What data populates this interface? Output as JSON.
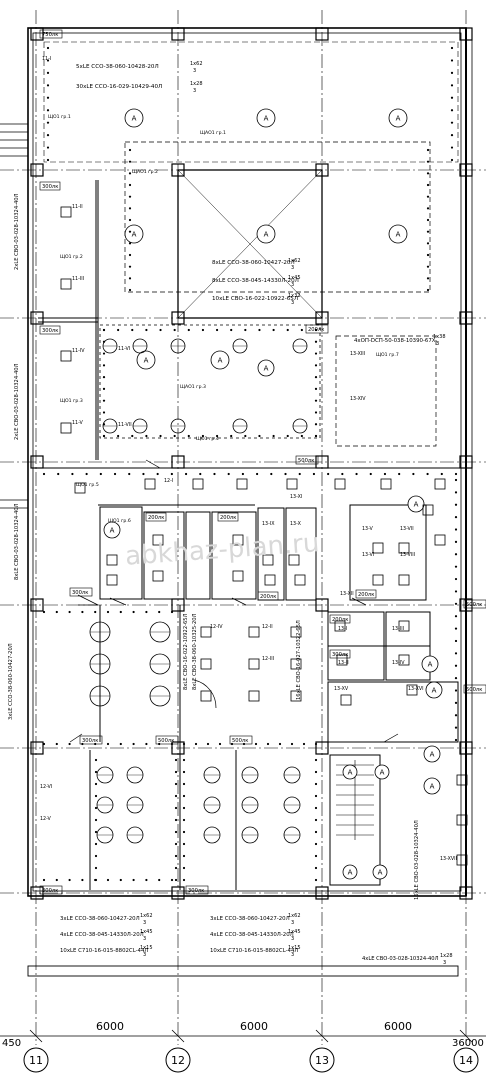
{
  "drawing": {
    "watermark": "abkhaz-plan.ru",
    "dims": [
      "6000",
      "6000",
      "6000"
    ],
    "dim_left": "450",
    "dim_total": "36000",
    "axes": [
      "11",
      "12",
      "13",
      "14"
    ],
    "top_blocks": [
      {
        "line1": "5xLE CCO-38-060-10428-20Л",
        "frac1n": "1x62",
        "frac1d": "3",
        "line2": "30xLE CCO-16-029-10429-40Л",
        "frac2n": "1x28",
        "frac2d": "3"
      },
      {
        "line1": "8xLE CCO-38-060-10427-20Л",
        "frac1n": "1x62",
        "frac1d": "3",
        "line2": "8xLE CCO-38-045-14330Л-20Л",
        "frac2n": "1x45",
        "frac2d": "3",
        "line3": "10xLE CBO-16-022-10922-65Л",
        "frac3n": "1x32",
        "frac3d": "3"
      },
      {
        "line1": "4xOП-DCП-50-038-10390-67X",
        "frac1n": "1x38",
        "frac1d": "3"
      }
    ],
    "bottom_blocks": [
      {
        "line1": "3xLE CCO-38-060-10427-20Л",
        "frac1n": "1x62",
        "frac1d": "3",
        "line2": "4xLE CCO-38-045-14330Л-20Л",
        "frac2n": "1x45",
        "frac2d": "3",
        "line3": "10xLE C710-16-015-8802CL-44Л",
        "frac3n": "1x15",
        "frac3d": "3"
      },
      {
        "line1": "3xLE CCO-38-060-10427-20Л",
        "frac1n": "1x62",
        "frac1d": "3",
        "line2": "4xLE CCO-38-045-14330Л-20Л",
        "frac2n": "1x45",
        "frac2d": "3",
        "line3": "10xLE C710-16-015-8802CL-44Л",
        "frac3n": "1x15",
        "frac3d": "3"
      }
    ],
    "stair_note": {
      "text": "4xLE CBO-03-028-10324-40Л",
      "frac1n": "1x28",
      "frac1d": "3"
    },
    "vertical_notes": [
      "2xLE CBO-03-028-10324-40Л",
      "2xLE CBO-03-028-10324-40Л",
      "8xLE CBO-03-028-10324-40Л",
      "3xLE CCO-38-060-10427-20Л",
      "8xLE CBO-16-022-10922-65Л",
      "8xLE CBO-38-060-10325-20Л",
      "16xLE CBO-16-027-10322-65Л",
      "16xLE CBO-03-028-10324-40Л"
    ],
    "room_tags": [
      "750лк",
      "300лк",
      "300лк",
      "200лк",
      "300лк",
      "200лк",
      "200лк",
      "200лк",
      "200лк",
      "200лк",
      "300лк",
      "500лк",
      "500лк",
      "300лк",
      "300лк",
      "500лк",
      "500лк",
      "300лк",
      "500лк"
    ],
    "luminaire_symbol": "A",
    "group_labels": [
      "11-I",
      "11-II",
      "11-III",
      "11-IV",
      "11-V",
      "11-VI",
      "11-VII",
      "12-I",
      "12-II",
      "12-III",
      "12-IV",
      "12-V",
      "12-VI",
      "13-I",
      "13-II",
      "13-III",
      "13-IV",
      "13-V",
      "13-VI",
      "13-VII",
      "13-VIII",
      "13-IX",
      "13-X",
      "13-XI",
      "13-XII",
      "13-XIII",
      "13-XIV",
      "13-XV",
      "13-XVI",
      "13-XVII"
    ],
    "panel_labels": [
      "ЩО1 гр.1",
      "ЩО1 гр.2",
      "ЩО1 гр.3",
      "ЩО1 гр.4",
      "ЩО1 гр.5",
      "ЩО1 гр.6",
      "ЩО1 гр.7",
      "ЩАО1 гр.1",
      "ЩАО1 гр.2",
      "ЩАО1 гр.3"
    ],
    "colors": {
      "line": "#000000",
      "paper": "#ffffff",
      "watermark": "#d8d8d8"
    }
  }
}
